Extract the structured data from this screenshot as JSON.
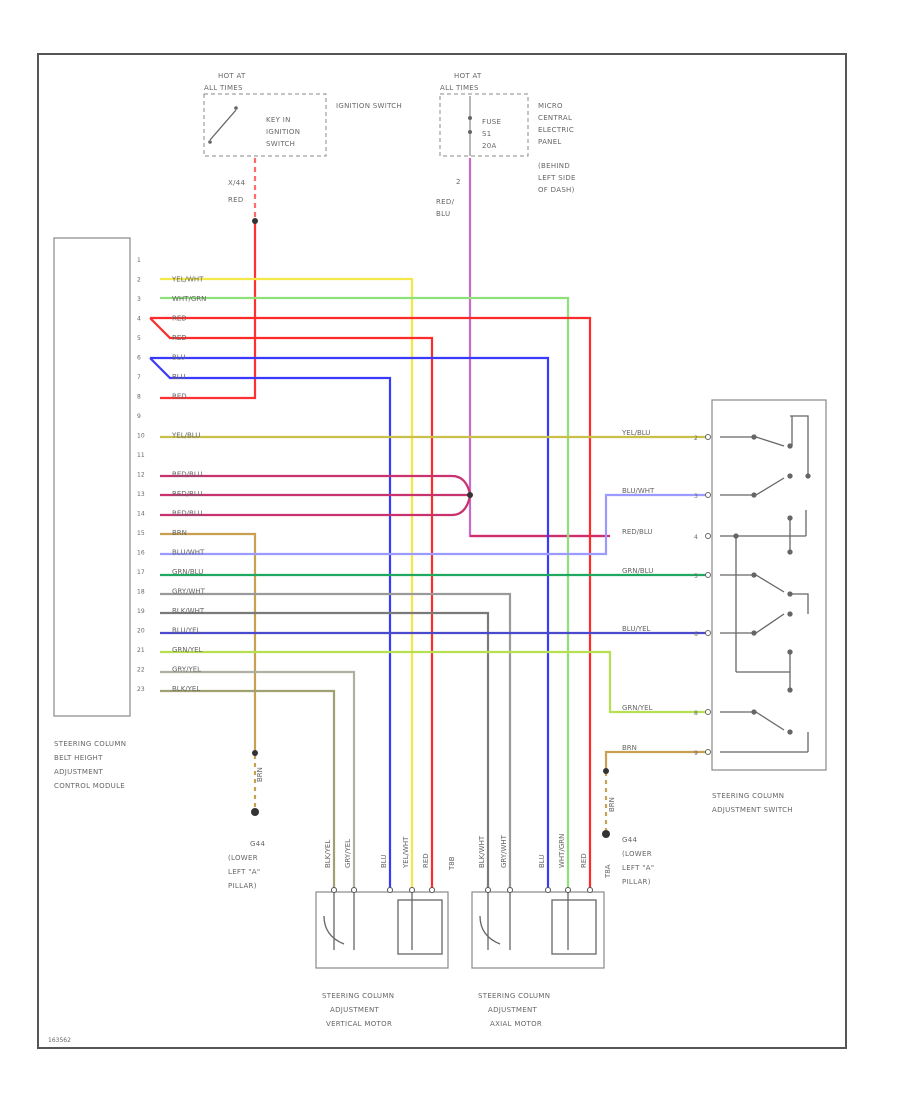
{
  "power": {
    "ignition": {
      "hot_label": "HOT AT",
      "hot_label2": "ALL TIMES",
      "switch_label": "IGNITION SWITCH",
      "key_lines": [
        "KEY IN",
        "IGNITION",
        "SWITCH"
      ],
      "wire_id": "X/44",
      "wire_color_label": "RED"
    },
    "cep": {
      "hot_label": "HOT AT",
      "hot_label2": "ALL TIMES",
      "fuse_lines": [
        "FUSE",
        "S1",
        "20A"
      ],
      "panel_lines": [
        "MICRO",
        "CENTRAL",
        "ELECTRIC",
        "PANEL",
        "(BEHIND",
        "LEFT SIDE",
        "OF DASH)"
      ],
      "wire_id": "2",
      "wire_color_lines": [
        "RED/",
        "BLU"
      ]
    }
  },
  "module": {
    "name_lines": [
      "STEERING COLUMN",
      "BELT HEIGHT",
      "ADJUSTMENT",
      "CONTROL MODULE"
    ],
    "pins": [
      {
        "pin": "1",
        "label": "",
        "color": "#bbbbbb"
      },
      {
        "pin": "2",
        "label": "YEL/WHT",
        "color": "#f2e84a"
      },
      {
        "pin": "3",
        "label": "WHT/GRN",
        "color": "#8ee07a"
      },
      {
        "pin": "4",
        "label": "RED",
        "color": "#ff2a2a"
      },
      {
        "pin": "5",
        "label": "RED",
        "color": "#ff2a2a"
      },
      {
        "pin": "6",
        "label": "BLU",
        "color": "#3a3aff"
      },
      {
        "pin": "7",
        "label": "BLU",
        "color": "#3a3aff"
      },
      {
        "pin": "8",
        "label": "RED",
        "color": "#ff2a2a"
      },
      {
        "pin": "9",
        "label": "",
        "color": "#bbbbbb"
      },
      {
        "pin": "10",
        "label": "YEL/BLU",
        "color": "#c9c04a"
      },
      {
        "pin": "11",
        "label": "",
        "color": "#bbbbbb"
      },
      {
        "pin": "12",
        "label": "RED/BLU",
        "color": "#c8326e"
      },
      {
        "pin": "13",
        "label": "RED/BLU",
        "color": "#c8326e"
      },
      {
        "pin": "14",
        "label": "RED/BLU",
        "color": "#c8326e"
      },
      {
        "pin": "15",
        "label": "BRN",
        "color": "#c8a050"
      },
      {
        "pin": "16",
        "label": "BLU/WHT",
        "color": "#9a9aff"
      },
      {
        "pin": "17",
        "label": "GRN/BLU",
        "color": "#20a860"
      },
      {
        "pin": "18",
        "label": "GRY/WHT",
        "color": "#9a9a9a"
      },
      {
        "pin": "19",
        "label": "BLK/WHT",
        "color": "#7a7a7a"
      },
      {
        "pin": "20",
        "label": "BLU/YEL",
        "color": "#4a4acc"
      },
      {
        "pin": "21",
        "label": "GRN/YEL",
        "color": "#b6e050"
      },
      {
        "pin": "22",
        "label": "GRY/YEL",
        "color": "#b0b0a0"
      },
      {
        "pin": "23",
        "label": "BLK/YEL",
        "color": "#a0a070"
      }
    ]
  },
  "switch": {
    "name_lines": [
      "STEERING COLUMN",
      "ADJUSTMENT SWITCH"
    ],
    "terminals": [
      {
        "pin": "2",
        "label": "YEL/BLU"
      },
      {
        "pin": "3",
        "label": "BLU/WHT"
      },
      {
        "pin": "4",
        "label": "RED/BLU"
      },
      {
        "pin": "5",
        "label": "GRN/BLU"
      },
      {
        "pin": "6",
        "label": "BLU/YEL"
      },
      {
        "pin": "8",
        "label": "GRN/YEL"
      },
      {
        "pin": "9",
        "label": "BRN"
      }
    ]
  },
  "grounds": {
    "left": {
      "wire": "BRN",
      "lines": [
        "G44",
        "(LOWER",
        "LEFT \"A\"",
        "PILLAR)"
      ]
    },
    "right": {
      "wire": "BRN",
      "lines": [
        "G44",
        "(LOWER",
        "LEFT \"A\"",
        "PILLAR)"
      ]
    }
  },
  "motors": {
    "vertical": {
      "name_lines": [
        "STEERING COLUMN",
        "ADJUSTMENT",
        "VERTICAL MOTOR"
      ],
      "wires": [
        "BLK/YEL",
        "GRY/YEL",
        "BLU",
        "YEL/WHT",
        "RED"
      ],
      "tag": "T8B"
    },
    "axial": {
      "name_lines": [
        "STEERING COLUMN",
        "ADJUSTMENT",
        "AXIAL MOTOR"
      ],
      "wires": [
        "BLK/WHT",
        "GRY/WHT",
        "BLU",
        "WHT/GRN",
        "RED"
      ],
      "tag": "T8A"
    }
  },
  "footer": {
    "code": "163562"
  }
}
